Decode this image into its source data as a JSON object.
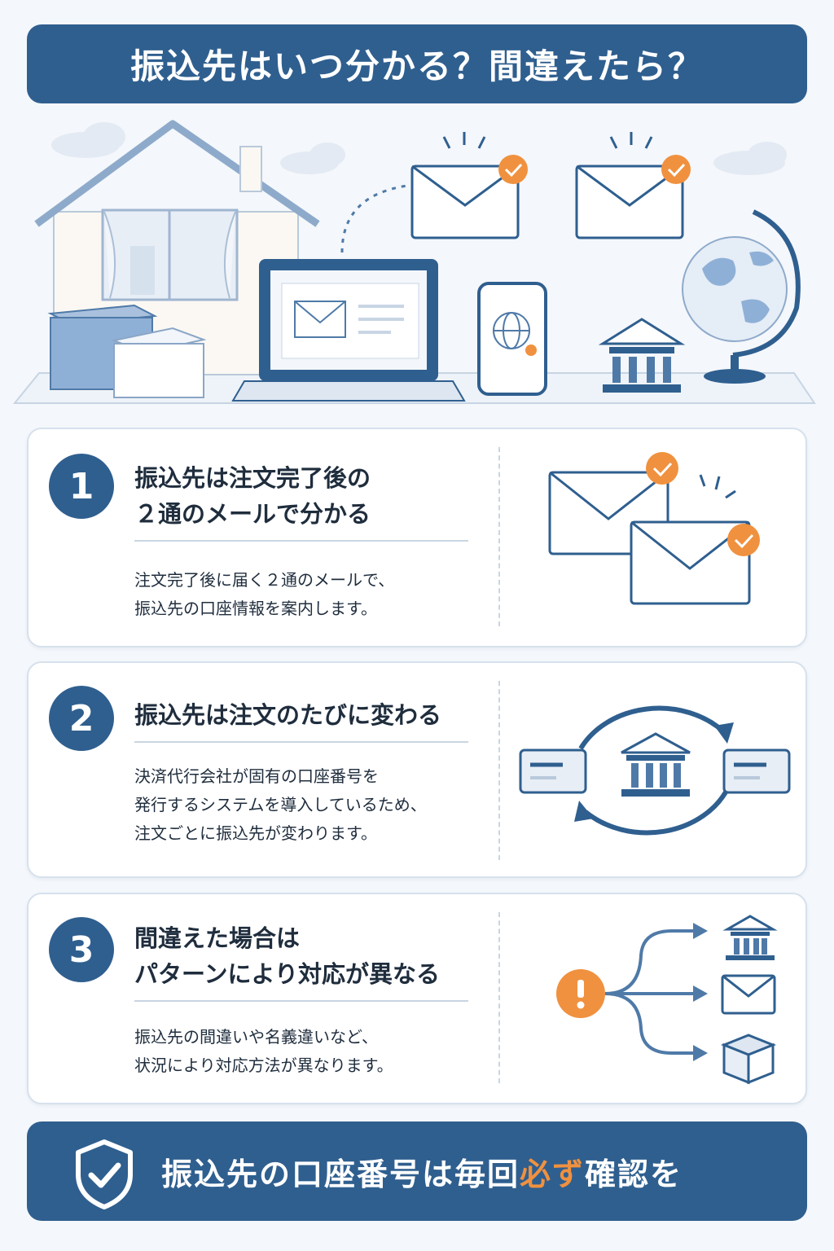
{
  "header": {
    "title": "振込先はいつ分かる？間違えたら？"
  },
  "colors": {
    "brand": "#2f5f8f",
    "accent": "#f0913f",
    "line": "#c9d5e2",
    "card_border": "#d6e1ed"
  },
  "hero": {
    "icons": [
      "house-icon",
      "parcel-icon",
      "laptop-icon",
      "envelope-icon",
      "smartphone-icon",
      "bank-icon",
      "globe-icon"
    ]
  },
  "cards": [
    {
      "number": "1",
      "heading": [
        "振込先は注文完了後の",
        "２通のメールで分かる"
      ],
      "body": [
        "注文完了後に届く２通のメールで、",
        "振込先の口座情報を案内します。"
      ]
    },
    {
      "number": "2",
      "heading": [
        "振込先は注文のたびに変わる"
      ],
      "body": [
        "決済代行会社が固有の口座番号を",
        "発行するシステムを導入しているため、",
        "注文ごとに振込先が変わります。"
      ]
    },
    {
      "number": "3",
      "heading": [
        "間違えた場合は",
        "パターンにより対応が異なる"
      ],
      "body": [
        "振込先の間違いや名義違いなど、",
        "状況により対応方法が異なります。"
      ]
    }
  ],
  "footer": {
    "text_before": "振込先の口座番号は毎回",
    "text_accent": "必ず",
    "text_after": "確認を"
  }
}
